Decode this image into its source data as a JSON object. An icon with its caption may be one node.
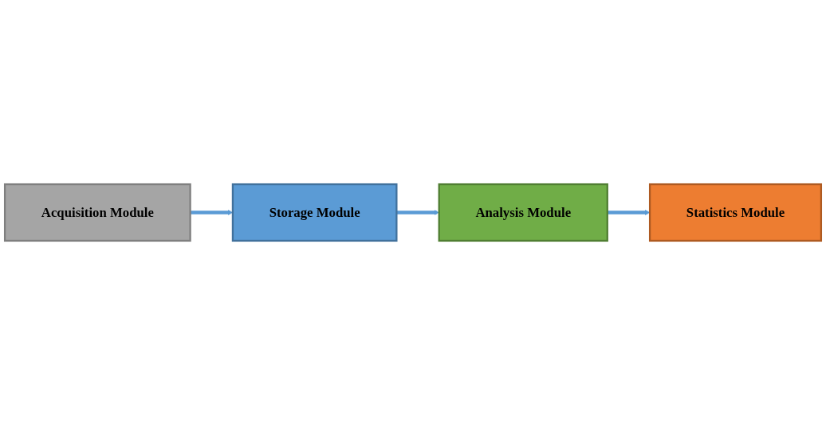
{
  "diagram": {
    "nodes": [
      {
        "text": [
          "Acquisition Module"
        ]
      },
      {
        "text": [
          "Storage Module"
        ]
      },
      {
        "text": [
          "Analysis Module"
        ]
      },
      {
        "text": [
          "Statistics Module"
        ]
      }
    ],
    "edges": [
      {
        "from": 0,
        "to": 1,
        "arrow": "to"
      },
      {
        "from": 1,
        "to": 2,
        "arrow": "to"
      },
      {
        "from": 2,
        "to": 3,
        "arrow": "to"
      }
    ]
  }
}
